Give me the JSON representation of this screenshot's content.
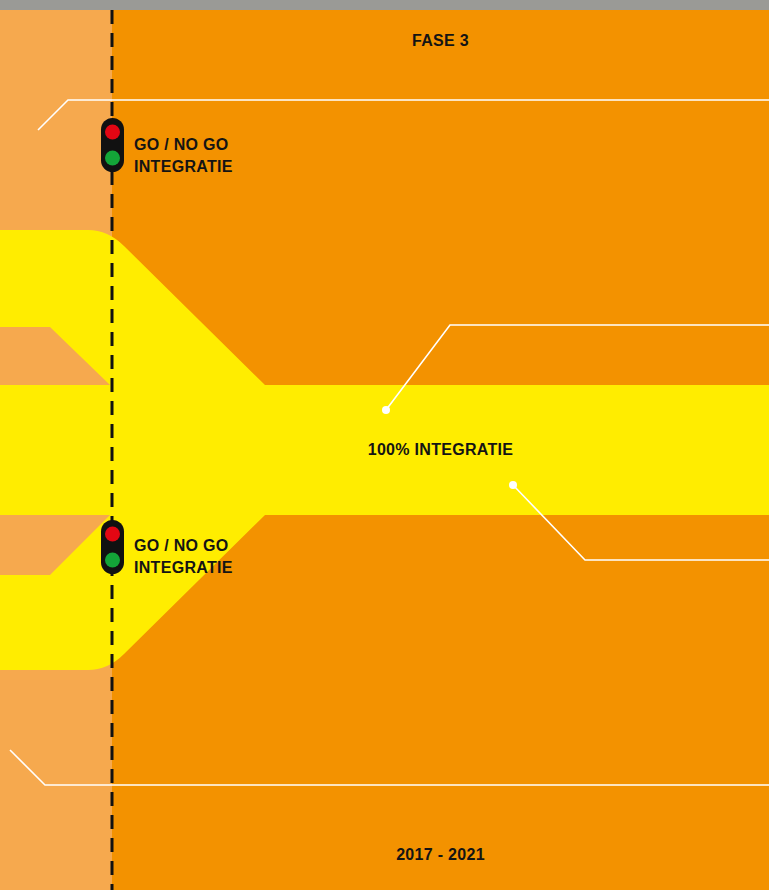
{
  "diagram": {
    "nodes": [
      {
        "text": [
          "100% INTEGRATIE"
        ]
      }
    ],
    "labels": [
      "FASE 3",
      "GO / NO GO INTEGRATIE",
      "GO / NO GO INTEGRATIE",
      "2017 - 2021"
    ]
  }
}
